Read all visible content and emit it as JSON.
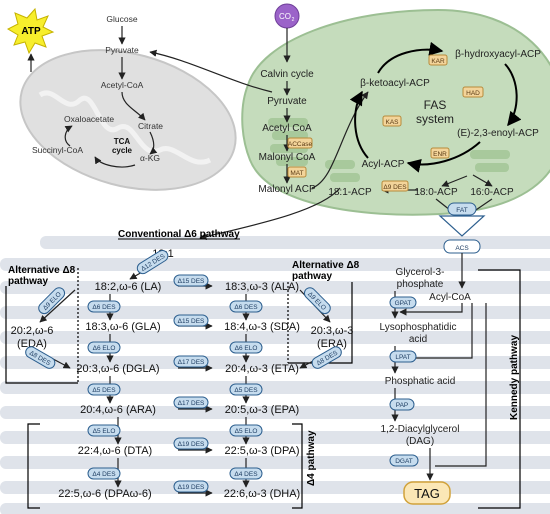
{
  "atp": "ATP",
  "co2": "CO",
  "co2_sub": "2",
  "mito": {
    "glucose": "Glucose",
    "pyruvate": "Pyruvate",
    "acetyl_coa": "Acetyl-CoA",
    "oxaloacetate": "Oxaloacetate",
    "citrate": "Citrate",
    "tca": "TCA",
    "cycle": "cycle",
    "succinyl_coa": "Succinyl-CoA",
    "akg": "α-KG"
  },
  "chloro": {
    "calvin": "Calvin cycle",
    "pyruvate": "Pyruvate",
    "acetyl_coa": "Acetyl CoA",
    "accase": "ACCase",
    "malonyl_coa": "Malonyl CoA",
    "mat": "MAT",
    "malonyl_acp": "Malonyl ACP",
    "ketoacyl": "β-ketoacyl-ACP",
    "hydroxyacyl": "β-hydroxyacyl-ACP",
    "kar": "KAR",
    "had": "HAD",
    "kas": "KAS",
    "fas1": "FAS",
    "fas2": "system",
    "enoyl": "(E)-2,3-enoyl-ACP",
    "acyl_acp": "Acyl-ACP",
    "enr": "ENR",
    "c18_1": "18:1-ACP",
    "d9des": "Δ9 DES",
    "c18_0": "18:0-ACP",
    "c16_0": "16:0-ACP"
  },
  "fat": "FAT",
  "acs": "ACS",
  "conv_title": "Conventional Δ6 pathway",
  "alt_left_title1": "Alternative Δ8",
  "alt_left_title2": "pathway",
  "alt_right_title1": "Alternative Δ8",
  "alt_right_title2": "pathway",
  "d4_title": "Δ4 pathway",
  "kennedy_title": "Kennedy pathway",
  "fa": {
    "c18_1": "18:1",
    "la": "18:2,ω-6 (LA)",
    "ala": "18:3,ω-3 (ALA)",
    "gla": "18:3,ω-6 (GLA)",
    "sda": "18:4,ω-3 (SDA)",
    "dgla": "20:3,ω-6 (DGLA)",
    "eta": "20:4,ω-3 (ETA)",
    "ara": "20:4,ω-6 (ARA)",
    "epa": "20:5,ω-3 (EPA)",
    "dta": "22:4,ω-6 (DTA)",
    "dpa3": "22:5,ω-3 (DPA)",
    "dpa6": "22:5,ω-6 (DPAω-6)",
    "dha": "22:6,ω-3 (DHA)",
    "eda1": "20:2,ω-6",
    "eda2": "(EDA)",
    "era1": "20:3,ω-3",
    "era2": "(ERA)"
  },
  "enzymes": {
    "d12": "Δ12 DES",
    "d15": "Δ15 DES",
    "d6": "Δ6 DES",
    "d6elo": "Δ6 ELO",
    "d17": "Δ17 DES",
    "d5": "Δ5 DES",
    "d5elo": "Δ5 ELO",
    "d19": "Δ19 DES",
    "d4": "Δ4 DES",
    "d9elo": "Δ9 ELO",
    "d8": "Δ8 DES"
  },
  "kennedy": {
    "g3p1": "Glycerol-3-",
    "g3p2": "phosphate",
    "acyl_coa": "Acyl-CoA",
    "gpat": "GPAT",
    "lpa1": "Lysophosphatidic",
    "lpa2": "acid",
    "lpat": "LPAT",
    "pa": "Phosphatic acid",
    "pap": "PAP",
    "dag1": "1,2-Diacylglycerol",
    "dag2": "(DAG)",
    "dgat": "DGAT",
    "tag": "TAG"
  }
}
